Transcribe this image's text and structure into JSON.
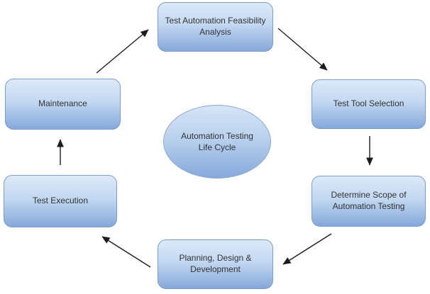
{
  "diagram": {
    "title": "Automation Testing Life Cycle",
    "center_label": "Automation Testing Life Cycle",
    "nodes": [
      {
        "id": "feasibility",
        "label": "Test Automation Feasibility Analysis"
      },
      {
        "id": "tool_selection",
        "label": "Test Tool Selection"
      },
      {
        "id": "scope",
        "label": "Determine Scope of Automation  Testing"
      },
      {
        "id": "planning",
        "label": "Planning, Design & Development"
      },
      {
        "id": "execution",
        "label": "Test Execution"
      },
      {
        "id": "maintenance",
        "label": "Maintenance"
      }
    ],
    "edges": [
      {
        "from": "maintenance",
        "to": "feasibility"
      },
      {
        "from": "feasibility",
        "to": "tool_selection"
      },
      {
        "from": "tool_selection",
        "to": "scope"
      },
      {
        "from": "scope",
        "to": "planning"
      },
      {
        "from": "planning",
        "to": "execution"
      },
      {
        "from": "execution",
        "to": "maintenance"
      }
    ],
    "colors": {
      "node_fill_top": "#dce9f9",
      "node_fill_bottom": "#85a8db",
      "node_border": "#7b9cc9",
      "arrow": "#1c1c1c",
      "text": "#333333",
      "background": "#ffffff"
    }
  }
}
